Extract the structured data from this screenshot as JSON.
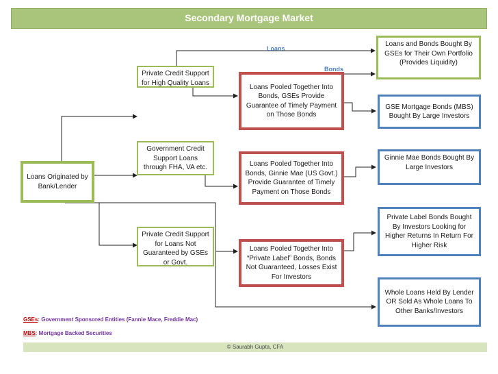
{
  "title": "Secondary Mortgage Market",
  "labels": {
    "loans": "Loans",
    "bonds": "Bonds"
  },
  "boxes": {
    "originated": "Loans Originated by Bank/Lender",
    "private_high": "Private Credit Support for High Quality Loans",
    "government": "Government Credit Support Loans through FHA, VA etc.",
    "private_not": "Private Credit Support for Loans Not Guaranteed by GSEs or Govt.",
    "pooled_gse": "Loans Pooled Together Into Bonds, GSEs Provide Guarantee of Timely Payment on Those Bonds",
    "pooled_ginnie": "Loans Pooled Together Into Bonds, Ginnie Mae (US Govt.) Provide Guarantee of Timely Payment on Those Bonds",
    "pooled_private": "Loans Pooled Together Into “Private Label” Bonds, Bonds Not Guaranteed, Losses Exist For Investors",
    "gse_portfolio": "Loans and Bonds Bought By GSEs for Their Own Portfolio (Provides Liquidity)",
    "gse_mbs": "GSE Mortgage Bonds (MBS) Bought By Large Investors",
    "ginnie_bonds": "Ginnie Mae Bonds Bought By Large Investors",
    "private_label": "Private Label Bonds Bought By Investors Looking for Higher Returns In Return For Higher Risk",
    "whole_loans": "Whole Loans Held By Lender OR Sold As Whole Loans To Other Banks/Investors"
  },
  "notes": {
    "gse_abbr": "GSEs",
    "gse_text": ": Government Sponsored Entities (Fannie Mace, Freddie Mac)",
    "mbs_abbr": "MBS",
    "mbs_text": ": Mortgage Backed Securities"
  },
  "footer": "© Saurabh Gupta, CFA",
  "colors": {
    "green": "#9bbb59",
    "red": "#c0504d",
    "blue": "#4f81bd",
    "orange": "#f79646",
    "title_bar": "#a9c47b",
    "footer_bar": "#d7e4bd"
  }
}
